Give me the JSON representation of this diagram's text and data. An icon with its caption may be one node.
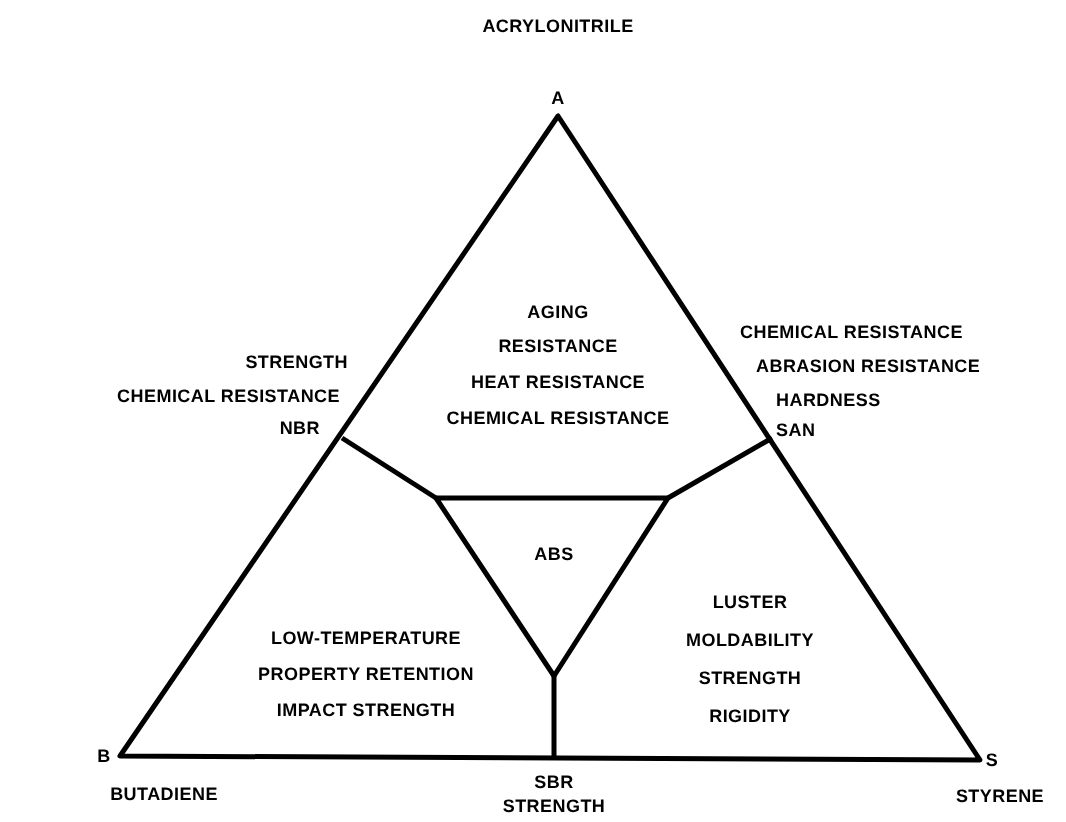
{
  "diagram": {
    "labels": [
      "ACRYLONITRILE",
      "A",
      "AGING",
      "RESISTANCE",
      "HEAT RESISTANCE",
      "CHEMICAL RESISTANCE",
      "STRENGTH",
      "CHEMICAL RESISTANCE",
      "NBR",
      "CHEMICAL RESISTANCE",
      "ABRASION RESISTANCE",
      "HARDNESS",
      "SAN",
      "ABS",
      "LOW-TEMPERATURE",
      "PROPERTY RETENTION",
      "IMPACT STRENGTH",
      "LUSTER",
      "MOLDABILITY",
      "STRENGTH",
      "RIGIDITY",
      "B",
      "BUTADIENE",
      "SBR",
      "STRENGTH",
      "S",
      "STYRENE"
    ]
  }
}
